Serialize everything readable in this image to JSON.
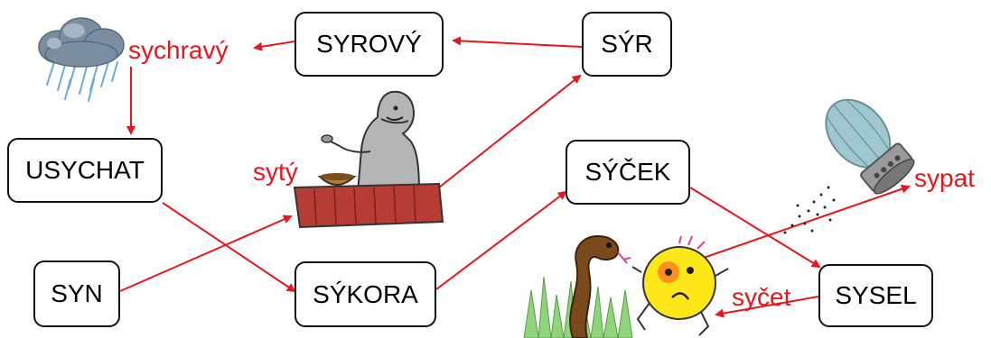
{
  "diagram": {
    "nodes": {
      "syrovy": "SYROVÝ",
      "syr": "SÝR",
      "usychat": "USYCHAT",
      "sycek": "SÝČEK",
      "syn": "SYN",
      "sykora": "SÝKORA",
      "sysel": "SYSEL"
    },
    "labels": {
      "sychravy": "sychravý",
      "syty": "sytý",
      "sypat": "sypat",
      "sycet": "syčet"
    },
    "edges": [
      {
        "from": "SÝR",
        "to": "SYROVÝ"
      },
      {
        "from": "SYROVÝ",
        "to": "sychravý"
      },
      {
        "from": "sychravý",
        "to": "USYCHAT"
      },
      {
        "from": "USYCHAT",
        "to": "SÝKORA"
      },
      {
        "from": "SYN",
        "to": "sytý"
      },
      {
        "from": "sytý",
        "to": "SÝR"
      },
      {
        "from": "SÝKORA",
        "to": "SÝČEK"
      },
      {
        "from": "SÝČEK",
        "to": "SYSEL"
      },
      {
        "from": "SYSEL",
        "to": "syčet"
      },
      {
        "from": "syčet",
        "to": "sypat"
      }
    ],
    "colors": {
      "arrow": "#e8161c",
      "label": "#e8161c",
      "box_border": "#111111"
    },
    "icons": [
      "rain-cloud-icon",
      "eating-man-icon",
      "salt-shaker-icon",
      "snake-icon",
      "scared-face-icon",
      "grass-icon"
    ]
  }
}
